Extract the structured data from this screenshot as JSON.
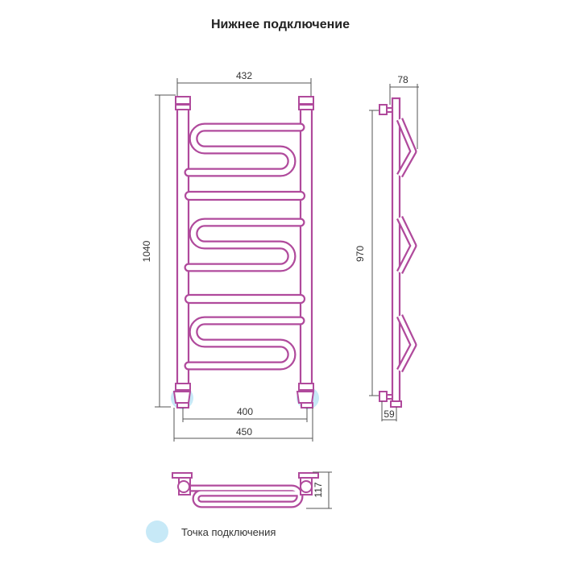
{
  "title": "Нижнее подключение",
  "front_view": {
    "width_top": "432",
    "height": "1040",
    "connection_spacing": "400",
    "width_bottom": "450"
  },
  "side_view": {
    "depth": "78",
    "height": "970",
    "bottom_offset": "59"
  },
  "bottom_view": {
    "depth": "117"
  },
  "legend": {
    "label": "Точка подключения"
  },
  "colors": {
    "pipe": "#b04a9c",
    "pipe_inner": "#ffffff",
    "dimension_line": "#555555",
    "connection_point": "#c7e9f7"
  }
}
